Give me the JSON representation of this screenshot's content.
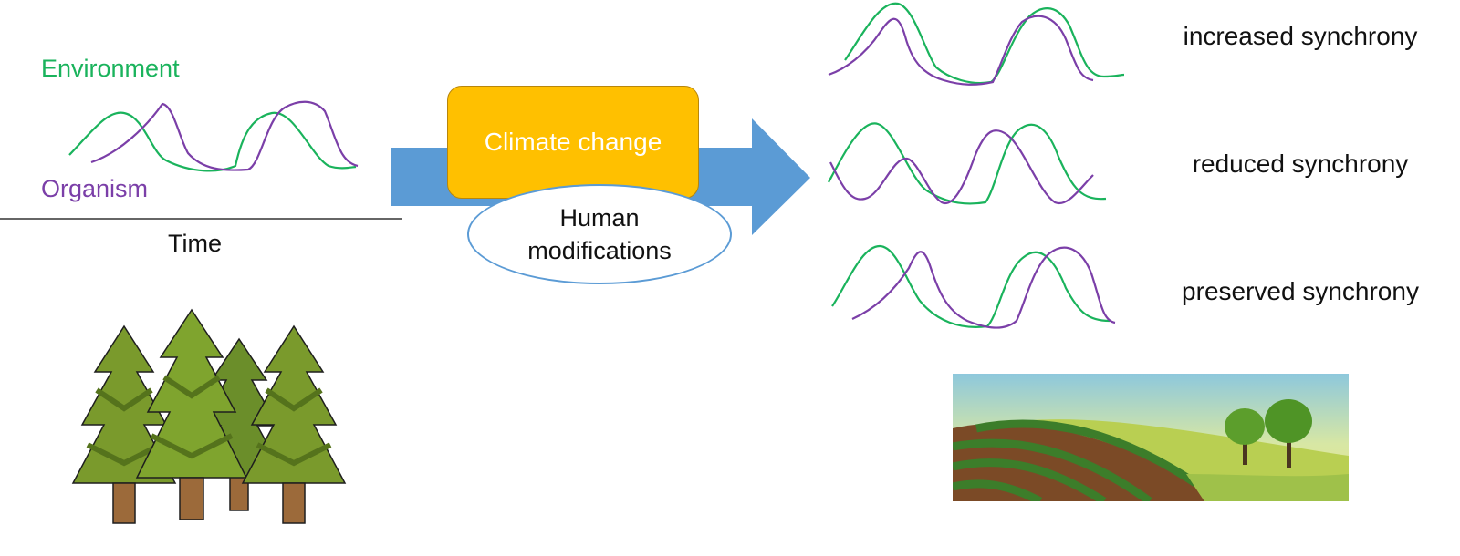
{
  "legend": {
    "environment_label": "Environment",
    "organism_label": "Organism",
    "time_label": "Time"
  },
  "colors": {
    "environment": "#1ab35c",
    "organism": "#7b3fa8",
    "arrow": "#5b9bd5",
    "climate_box": "#ffc000",
    "text": "#111111"
  },
  "driver": {
    "climate_label": "Climate change",
    "human_label_line1": "Human",
    "human_label_line2": "modifications"
  },
  "outcomes": [
    "increased synchrony",
    "reduced synchrony",
    "preserved synchrony"
  ],
  "illustrations": {
    "left": "forest-trees",
    "right": "farmland-landscape"
  }
}
